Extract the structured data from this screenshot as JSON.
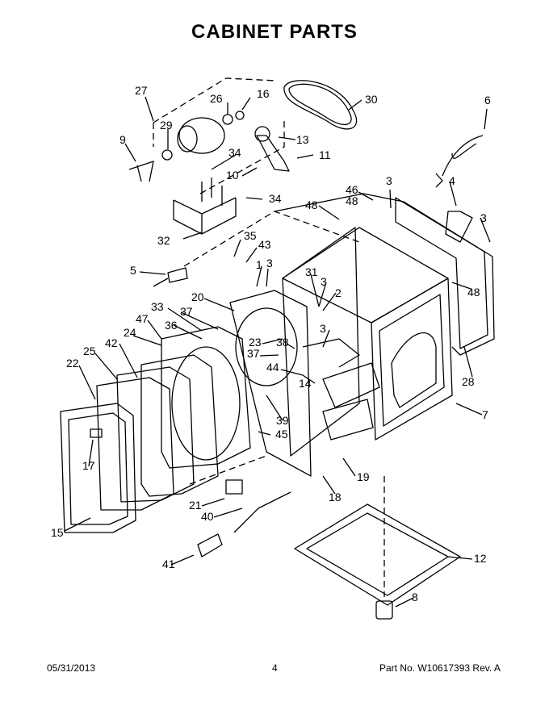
{
  "title": "CABINET PARTS",
  "parts": [
    {
      "label": "27"
    },
    {
      "label": "26"
    },
    {
      "label": "16"
    },
    {
      "label": "30"
    },
    {
      "label": "6"
    },
    {
      "label": "29"
    },
    {
      "label": "9"
    },
    {
      "label": "13"
    },
    {
      "label": "34"
    },
    {
      "label": "11"
    },
    {
      "label": "10"
    },
    {
      "label": "3"
    },
    {
      "label": "46"
    },
    {
      "label": "48"
    },
    {
      "label": "4"
    },
    {
      "label": "34"
    },
    {
      "label": "48"
    },
    {
      "label": "32"
    },
    {
      "label": "35"
    },
    {
      "label": "43"
    },
    {
      "label": "5"
    },
    {
      "label": "1"
    },
    {
      "label": "3"
    },
    {
      "label": "31"
    },
    {
      "label": "3"
    },
    {
      "label": "2"
    },
    {
      "label": "48"
    },
    {
      "label": "20"
    },
    {
      "label": "33"
    },
    {
      "label": "37"
    },
    {
      "label": "47"
    },
    {
      "label": "36"
    },
    {
      "label": "24"
    },
    {
      "label": "23"
    },
    {
      "label": "38"
    },
    {
      "label": "3"
    },
    {
      "label": "42"
    },
    {
      "label": "25"
    },
    {
      "label": "37"
    },
    {
      "label": "22"
    },
    {
      "label": "44"
    },
    {
      "label": "14"
    },
    {
      "label": "28"
    },
    {
      "label": "7"
    },
    {
      "label": "39"
    },
    {
      "label": "45"
    },
    {
      "label": "17"
    },
    {
      "label": "19"
    },
    {
      "label": "18"
    },
    {
      "label": "21"
    },
    {
      "label": "40"
    },
    {
      "label": "15"
    },
    {
      "label": "12"
    },
    {
      "label": "41"
    },
    {
      "label": "8"
    },
    {
      "label": "3"
    }
  ],
  "footer": {
    "date": "05/31/2013",
    "page": "4",
    "part_no": "Part No. W10617393  Rev. A"
  }
}
